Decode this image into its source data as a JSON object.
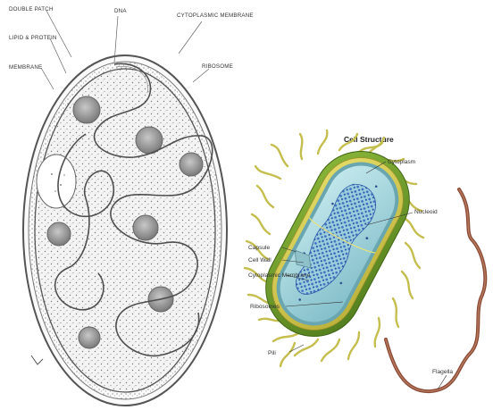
{
  "left_diagram": {
    "labels": [
      "DOUBLE PATCH",
      "LIPID & PROTEIN",
      "MEMBRANE",
      "DNA",
      "CYTOPLASMIC MEMBRANE",
      "RIBOSOME"
    ]
  },
  "right_diagram": {
    "title": "Cell Structure",
    "labels": {
      "cytoplasm": "Cytoplasm",
      "nucleoid": "Nucleoid",
      "capsule": "Capsule",
      "cell_wall": "Cell Wall",
      "cytoplasmic_membrane": "Cytoplasmic Membrane",
      "ribosomes": "Ribosomes",
      "pili": "Pili",
      "flagella": "Flagella"
    }
  },
  "colors": {
    "capsule_green": "#6f9a2a",
    "cell_wall_yellow": "#d2c94a",
    "cytoplasm_blue": "#9fd0d8",
    "nucleoid_blue": "#3f6fc0",
    "flagellum_brown": "#8a4a35",
    "pili_yellow": "#c9c45a",
    "sketch_line": "#555555"
  }
}
